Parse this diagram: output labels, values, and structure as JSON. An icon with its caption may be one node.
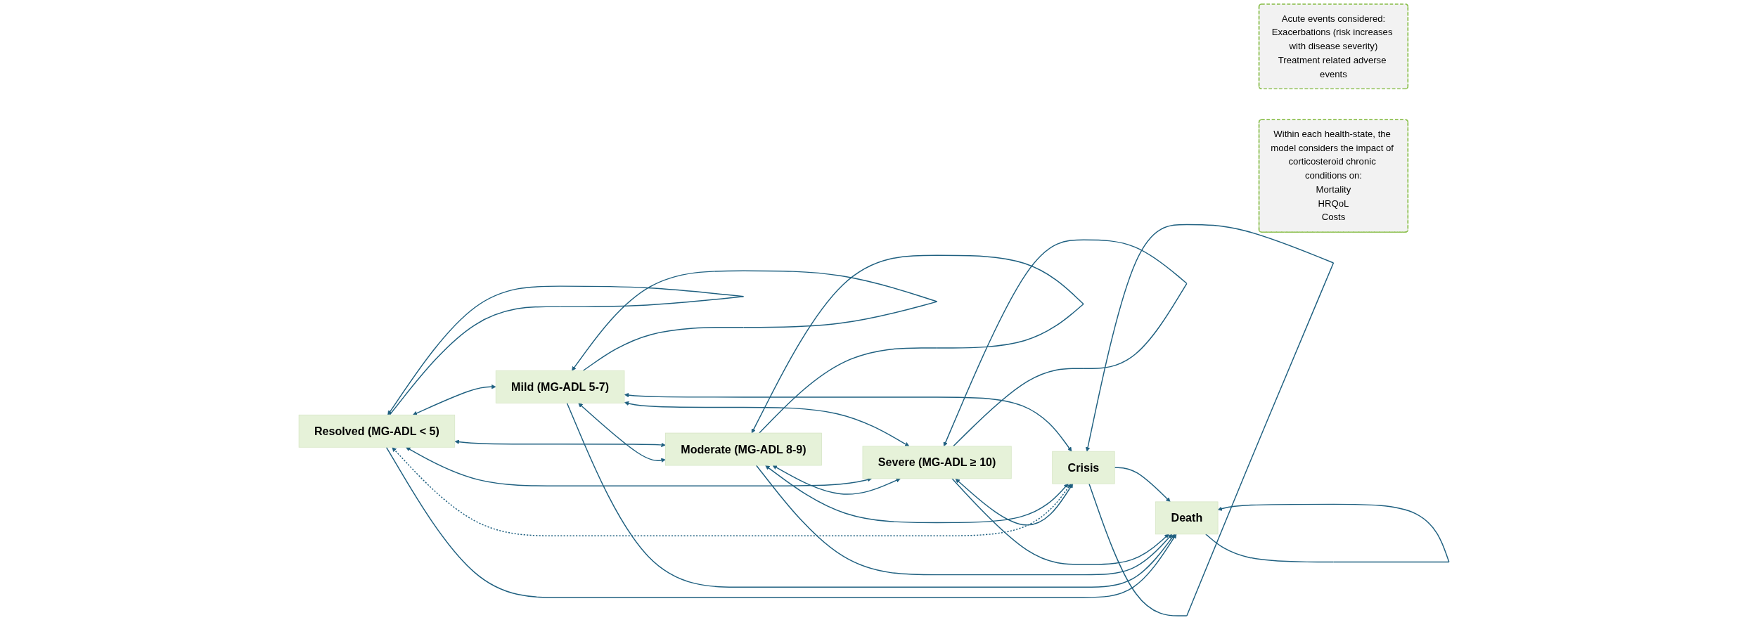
{
  "diagram": {
    "nodes": [
      {
        "text": [
          "Resolved (MG-ADL < 5)"
        ]
      },
      {
        "text": [
          "Mild (MG-ADL 5-7)"
        ]
      },
      {
        "text": [
          "Moderate (MG-ADL 8-9)"
        ]
      },
      {
        "text": [
          "Severe (MG-ADL ≥ 10)"
        ]
      },
      {
        "text": [
          "Crisis"
        ]
      },
      {
        "text": [
          "Death"
        ]
      },
      {
        "text": [
          "Acute events considered:",
          "Exacerbations (risk increases with disease severity)",
          "Treatment related adverse events"
        ]
      },
      {
        "text": [
          "Within each health-state, the model considers the impact of corticosteroid chronic conditions on:",
          "Mortality",
          "HRQoL",
          "Costs"
        ]
      }
    ],
    "edges": [
      {
        "from": 0,
        "to": 1,
        "arrow": "both"
      },
      {
        "from": 1,
        "to": 2,
        "arrow": "both"
      },
      {
        "from": 2,
        "to": 3,
        "arrow": "both"
      },
      {
        "from": 3,
        "to": 4,
        "arrow": "both"
      },
      {
        "from": 0,
        "to": 4,
        "arrow": "both",
        "style": "dashed"
      },
      {
        "from": 0,
        "to": 3,
        "arrow": "both"
      },
      {
        "from": 0,
        "to": 2,
        "arrow": "both"
      },
      {
        "from": 2,
        "to": 4,
        "arrow": "both"
      },
      {
        "from": 1,
        "to": 3,
        "arrow": "both"
      },
      {
        "from": 1,
        "to": 4,
        "arrow": "both"
      },
      {
        "from": 0,
        "to": 0,
        "arrow": "to"
      },
      {
        "from": 1,
        "to": 1,
        "arrow": "to"
      },
      {
        "from": 2,
        "to": 2,
        "arrow": "to"
      },
      {
        "from": 3,
        "to": 3,
        "arrow": "to"
      },
      {
        "from": 4,
        "to": 4,
        "arrow": "to"
      },
      {
        "from": 0,
        "to": 5,
        "arrow": "to"
      },
      {
        "from": 1,
        "to": 5,
        "arrow": "to"
      },
      {
        "from": 2,
        "to": 5,
        "arrow": "to"
      },
      {
        "from": 3,
        "to": 5,
        "arrow": "to"
      },
      {
        "from": 4,
        "to": 5,
        "arrow": "to"
      },
      {
        "from": 5,
        "to": 5,
        "arrow": "to"
      }
    ]
  }
}
